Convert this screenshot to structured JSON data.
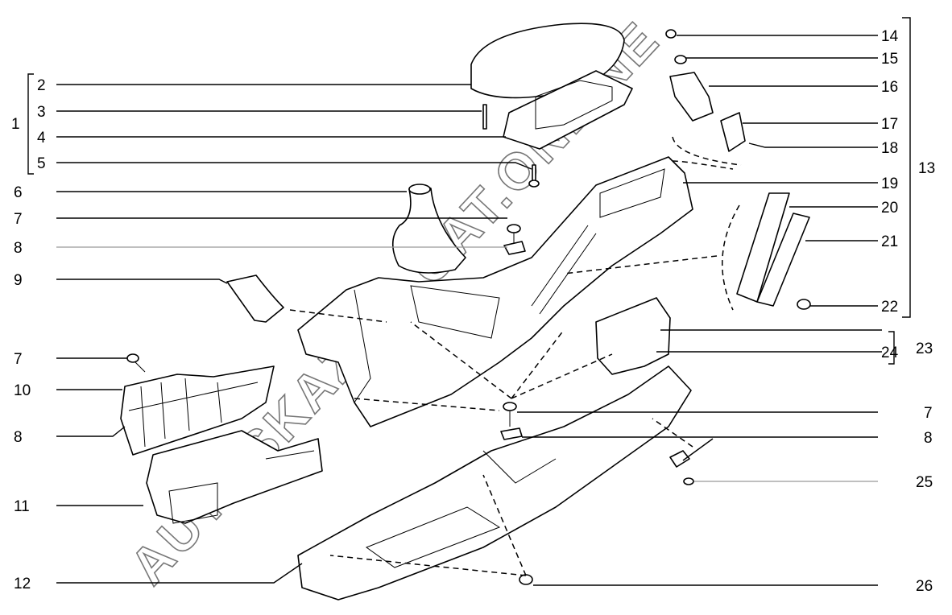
{
  "diagram": {
    "title_watermark": "AUTOSKAZKA.CAT.ONLINE",
    "callouts": {
      "c1": "1",
      "c2": "2",
      "c3": "3",
      "c4": "4",
      "c5": "5",
      "c6": "6",
      "c7a": "7",
      "c8a": "8",
      "c9": "9",
      "c7b": "7",
      "c10": "10",
      "c8b": "8",
      "c11": "11",
      "c12": "12",
      "c13": "13",
      "c14": "14",
      "c15": "15",
      "c16": "16",
      "c17": "17",
      "c18": "18",
      "c19": "19",
      "c20": "20",
      "c21": "21",
      "c22": "22",
      "c23": "23",
      "c24": "24",
      "c7c": "7",
      "c8c": "8",
      "c25": "25",
      "c26": "26"
    }
  }
}
